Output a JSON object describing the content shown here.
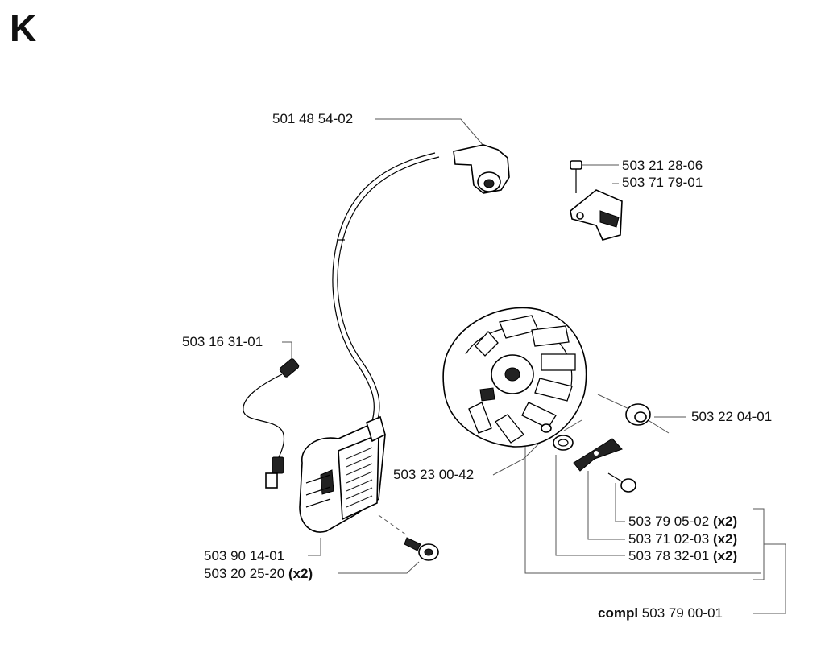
{
  "page": {
    "section_letter": "K"
  },
  "parts": {
    "spark_plug_cap": "501 48 54-02",
    "bracket_screw": "503 21 28-06",
    "bracket": "503 71 79-01",
    "connector_wire": "503 16 31-01",
    "nut": "503 22 04-01",
    "washer": "503 23 00-42",
    "pawl_screw": "503 79 05-02",
    "pawl": "503 71 02-03",
    "spring": "503 78 32-01",
    "ignition_module": "503 90 14-01",
    "module_screw": "503 20 25-20",
    "complete_assembly": "503 79 00-01"
  },
  "qty_markers": {
    "x2": "(x2)"
  },
  "compl_label": "compl"
}
